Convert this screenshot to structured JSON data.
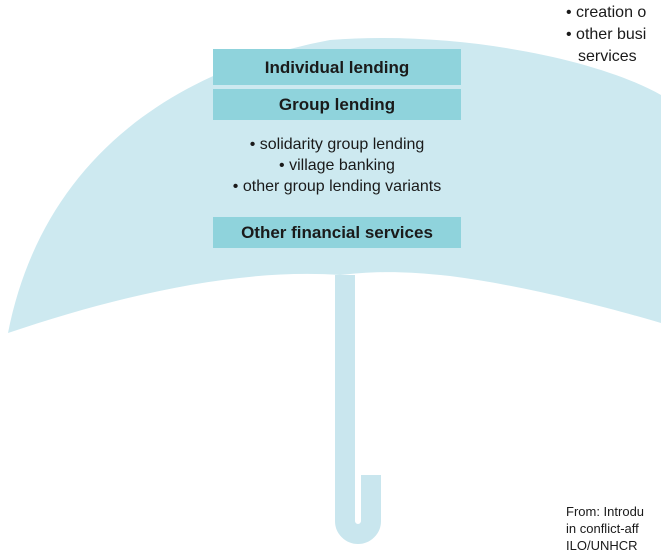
{
  "colors": {
    "canopy": "#cde9f0",
    "box_fill": "#8fd3dc",
    "handle": "#c9e6ee"
  },
  "boxes": {
    "individual": "Individual lending",
    "group": "Group lending",
    "other": "Other financial services"
  },
  "group_sub_items": [
    "solidarity group lending",
    "village banking",
    "other group lending variants"
  ],
  "side_items": {
    "item1": "creation o",
    "item2": "other busi",
    "item2_cont": "services"
  },
  "source_lines": [
    "From: Introdu",
    "in conflict-aff",
    "ILO/UNHCR"
  ]
}
